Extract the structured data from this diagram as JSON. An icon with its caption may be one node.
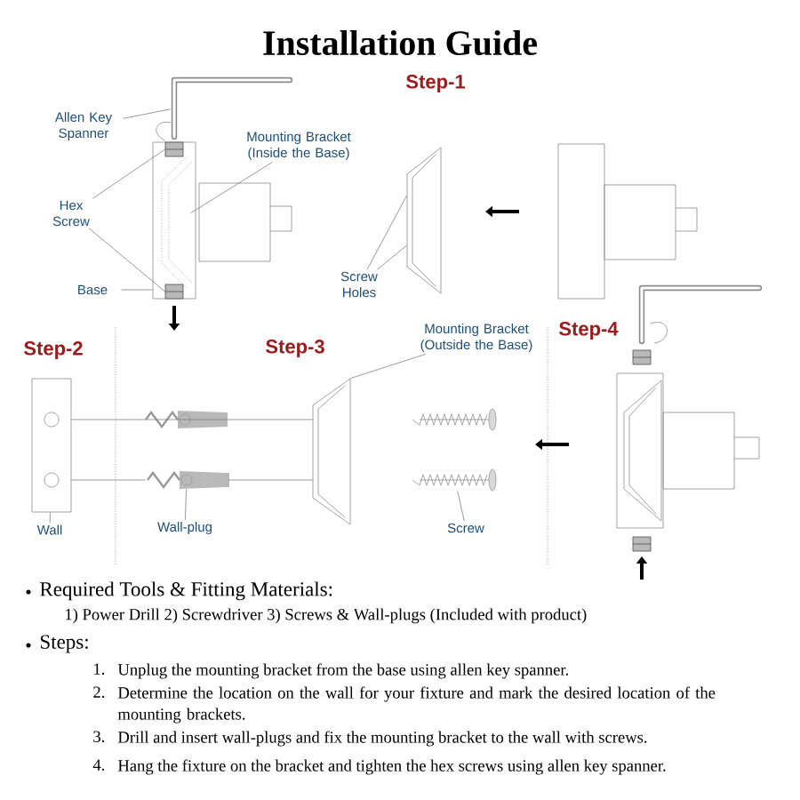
{
  "diagram": {
    "title": "Installation Guide",
    "nodes": [
      {
        "text": [
          "Allen Key Spanner"
        ]
      },
      {
        "text": [
          "Mounting Bracket (Inside the Base)"
        ]
      },
      {
        "text": [
          "Hex Screw"
        ]
      },
      {
        "text": [
          "Base"
        ]
      },
      {
        "text": [
          "Screw Holes"
        ]
      },
      {
        "text": [
          "Mounting Bracket (Outside the Base)"
        ]
      },
      {
        "text": [
          "Wall"
        ]
      },
      {
        "text": [
          "Wall-plug"
        ]
      },
      {
        "text": [
          "Screw"
        ]
      },
      {
        "text": [],
        "shape": "key"
      },
      {
        "text": [],
        "shape": "box"
      },
      {
        "text": [],
        "shape": "bracket",
        "in": 10
      },
      {
        "text": [],
        "shape": "screw",
        "in": 10
      },
      {
        "text": [],
        "shape": "screw",
        "in": 10
      },
      {
        "text": [],
        "shape": "bracket"
      },
      {
        "text": [],
        "shape": "box"
      },
      {
        "text": [],
        "shape": "plug"
      },
      {
        "text": [],
        "shape": "bracket"
      },
      {
        "text": [],
        "shape": "screw"
      }
    ],
    "edges": [
      {
        "from": 0,
        "to": 9,
        "arrow": "none"
      },
      {
        "from": 1,
        "to": 11,
        "arrow": "none"
      },
      {
        "from": 2,
        "to": 12,
        "arrow": "none"
      },
      {
        "from": 2,
        "to": 13,
        "arrow": "none"
      },
      {
        "from": 3,
        "to": 10,
        "arrow": "none"
      },
      {
        "from": 4,
        "to": 14,
        "arrow": "none"
      },
      {
        "from": 4,
        "to": 14,
        "arrow": "none"
      },
      {
        "from": 5,
        "to": 17,
        "arrow": "none"
      },
      {
        "from": 6,
        "to": 15,
        "arrow": "none"
      },
      {
        "from": 7,
        "to": 16,
        "arrow": "none"
      },
      {
        "from": 8,
        "to": 18,
        "arrow": "none"
      },
      {
        "from": 15,
        "to": 17,
        "arrow": "none"
      },
      {
        "from": 15,
        "to": 16,
        "arrow": "none"
      },
      {
        "from": 16,
        "to": 17,
        "arrow": "none"
      }
    ],
    "labels": [
      "Step-1",
      "Step-2",
      "Step-3",
      "Step-4",
      "Required Tools & Fitting Materials:",
      "1) Power Drill 2) Screwdriver 3) Screws & Wall-plugs (Included with product)",
      "Steps:",
      "1.",
      "Unplug the mounting bracket from the base using allen key spanner.",
      "2.",
      "Determine the location on the wall for your fixture and mark the desired location of the mounting brackets.",
      "3.",
      "Drill and insert wall-plugs and fix the mounting bracket to the wall with screws.",
      "4.",
      "Hang the fixture on the bracket and tighten the hex screws using allen key spanner."
    ]
  }
}
